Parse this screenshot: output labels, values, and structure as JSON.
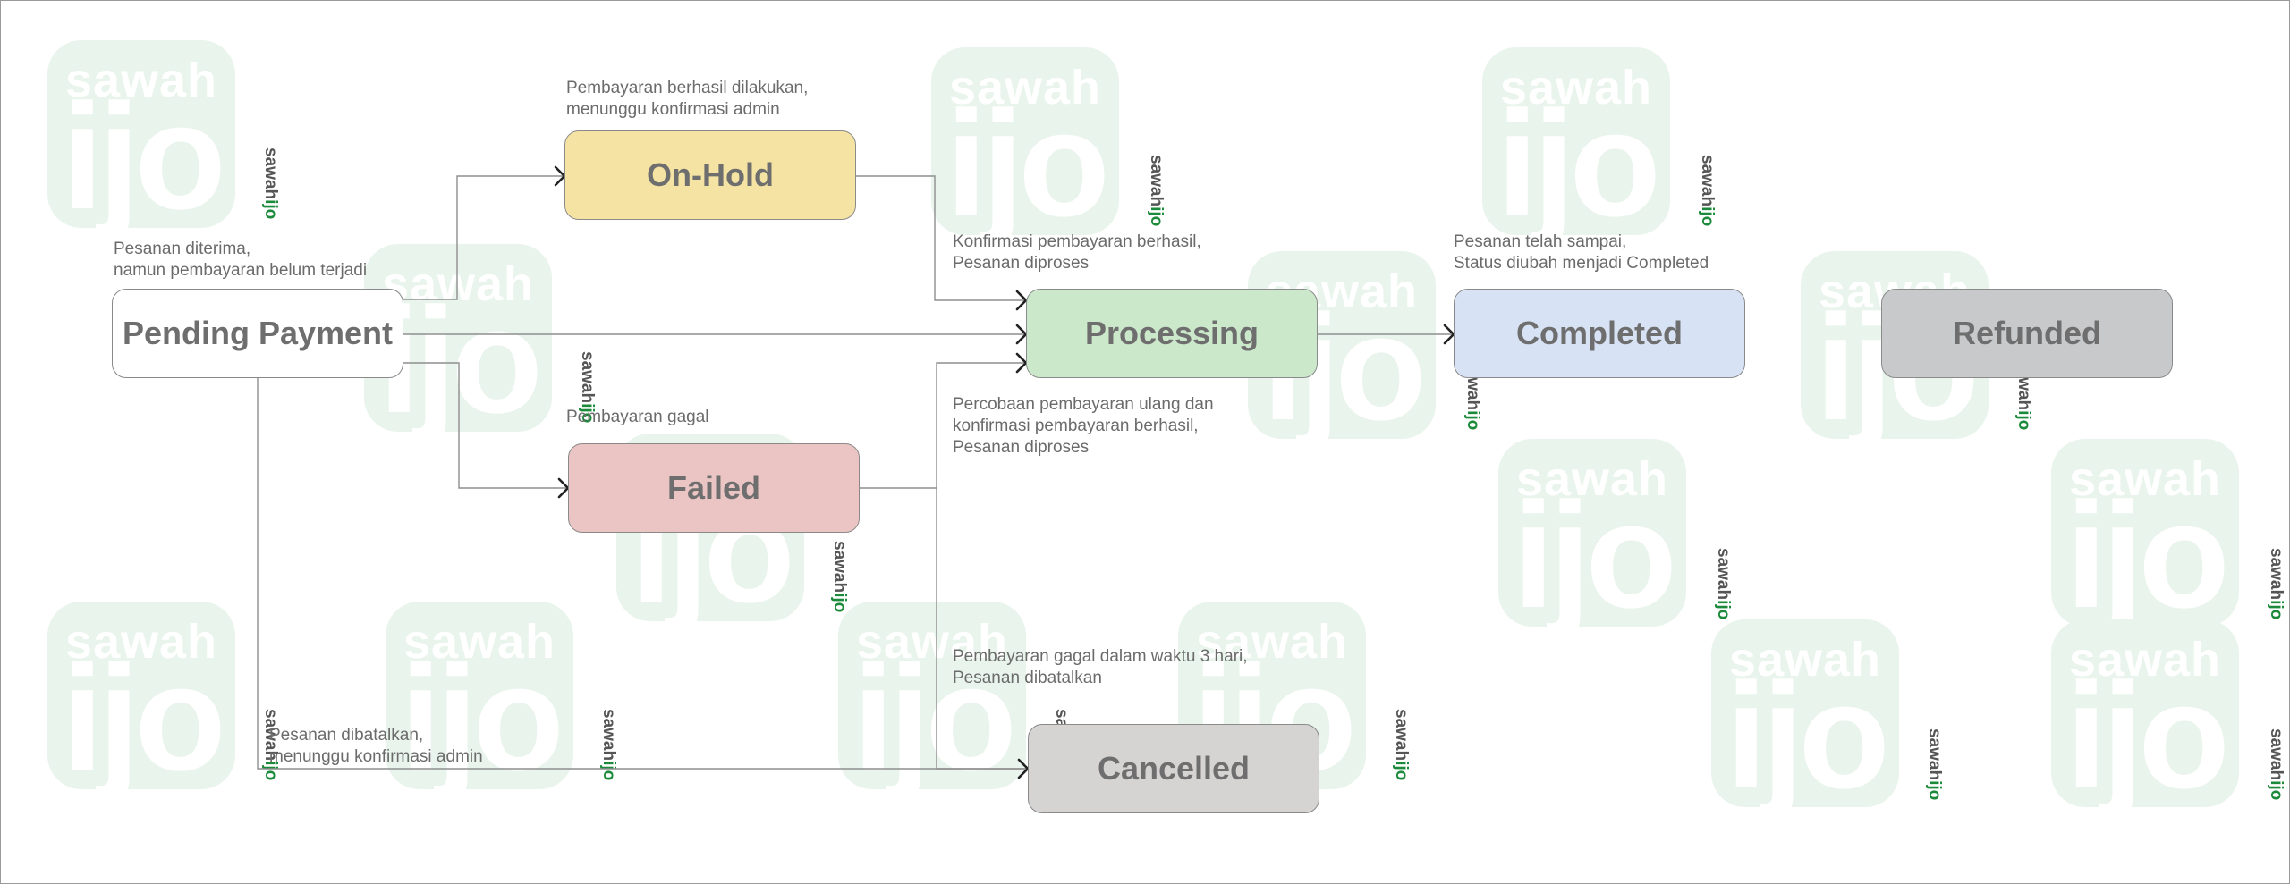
{
  "watermark": {
    "logo_top": "sawah",
    "logo_big": "ijo",
    "text_prefix": "sawah",
    "text_suffix": "ijo",
    "tile_color": "#e9f4ec",
    "accent_color": "#1b8a3a"
  },
  "states": {
    "pending": {
      "label": "Pending Payment",
      "color": "#ffffff"
    },
    "onhold": {
      "label": "On-Hold",
      "color": "#f5e3a3"
    },
    "processing": {
      "label": "Processing",
      "color": "#cce8cb"
    },
    "completed": {
      "label": "Completed",
      "color": "#d7e2f4"
    },
    "refunded": {
      "label": "Refunded",
      "color": "#c8c9cb"
    },
    "failed": {
      "label": "Failed",
      "color": "#ebc4c4"
    },
    "cancelled": {
      "label": "Cancelled",
      "color": "#d6d3d3"
    }
  },
  "notes": {
    "pending": [
      "Pesanan diterima,",
      "namun pembayaran belum terjadi"
    ],
    "onhold": [
      "Pembayaran berhasil dilakukan,",
      "menunggu konfirmasi admin"
    ],
    "processing": [
      "Konfirmasi pembayaran berhasil,",
      "Pesanan diproses"
    ],
    "completed": [
      "Pesanan telah sampai,",
      "Status diubah menjadi Completed"
    ],
    "failed": [
      "Pembayaran gagal"
    ],
    "retry": [
      "Percobaan pembayaran ulang dan",
      "konfirmasi pembayaran berhasil,",
      "Pesanan diproses"
    ],
    "timeout": [
      "Pembayaran gagal dalam waktu 3 hari,",
      "Pesanan dibatalkan"
    ],
    "cancelled": [
      "Pesanan dibatalkan,",
      "menunggu konfirmasi admin"
    ]
  }
}
